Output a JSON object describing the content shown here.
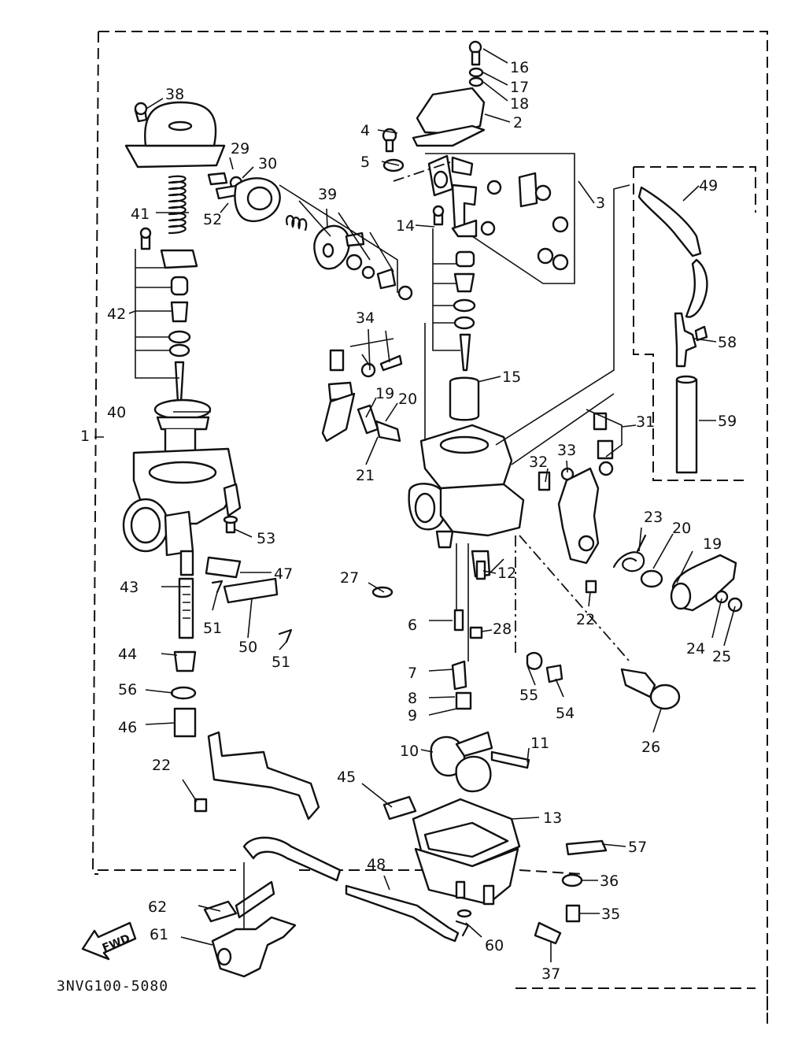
{
  "diagram": {
    "drawing_code": "3NVG100-5080",
    "direction_arrow": "FWD",
    "part_numbers": [
      "1",
      "2",
      "3",
      "4",
      "5",
      "6",
      "7",
      "8",
      "9",
      "10",
      "11",
      "12",
      "13",
      "14",
      "15",
      "16",
      "17",
      "18",
      "19",
      "20",
      "21",
      "22",
      "23",
      "24",
      "25",
      "26",
      "27",
      "28",
      "29",
      "30",
      "31",
      "32",
      "33",
      "34",
      "35",
      "36",
      "37",
      "38",
      "39",
      "40",
      "41",
      "42",
      "43",
      "44",
      "45",
      "46",
      "47",
      "48",
      "49",
      "50",
      "51",
      "53",
      "54",
      "55",
      "56",
      "57",
      "58",
      "59",
      "60",
      "61",
      "62"
    ],
    "callouts": [
      {
        "id": "c16",
        "text": "16"
      },
      {
        "id": "c17",
        "text": "17"
      },
      {
        "id": "c18",
        "text": "18"
      },
      {
        "id": "c2",
        "text": "2"
      },
      {
        "id": "c38",
        "text": "38"
      },
      {
        "id": "c4",
        "text": "4"
      },
      {
        "id": "c29",
        "text": "29"
      },
      {
        "id": "c30",
        "text": "30"
      },
      {
        "id": "c5",
        "text": "5"
      },
      {
        "id": "c3",
        "text": "3"
      },
      {
        "id": "c49",
        "text": "49"
      },
      {
        "id": "c39",
        "text": "39"
      },
      {
        "id": "c41",
        "text": "41"
      },
      {
        "id": "c52",
        "text": "52"
      },
      {
        "id": "c14",
        "text": "14"
      },
      {
        "id": "c42",
        "text": "42"
      },
      {
        "id": "c34",
        "text": "34"
      },
      {
        "id": "c58",
        "text": "58"
      },
      {
        "id": "c15",
        "text": "15"
      },
      {
        "id": "c19a",
        "text": "19"
      },
      {
        "id": "c20a",
        "text": "20"
      },
      {
        "id": "c40",
        "text": "40"
      },
      {
        "id": "c31",
        "text": "31"
      },
      {
        "id": "c59",
        "text": "59"
      },
      {
        "id": "c1",
        "text": "1"
      },
      {
        "id": "c21",
        "text": "21"
      },
      {
        "id": "c32",
        "text": "32"
      },
      {
        "id": "c33",
        "text": "33"
      },
      {
        "id": "c53",
        "text": "53"
      },
      {
        "id": "c23",
        "text": "23"
      },
      {
        "id": "c20b",
        "text": "20"
      },
      {
        "id": "c19b",
        "text": "19"
      },
      {
        "id": "c27",
        "text": "27"
      },
      {
        "id": "c12",
        "text": "12"
      },
      {
        "id": "c47",
        "text": "47"
      },
      {
        "id": "c43",
        "text": "43"
      },
      {
        "id": "c28",
        "text": "28"
      },
      {
        "id": "c22a",
        "text": "22"
      },
      {
        "id": "c6",
        "text": "6"
      },
      {
        "id": "c51a",
        "text": "51"
      },
      {
        "id": "c50",
        "text": "50"
      },
      {
        "id": "c51b",
        "text": "51"
      },
      {
        "id": "c44",
        "text": "44"
      },
      {
        "id": "c24",
        "text": "24"
      },
      {
        "id": "c25",
        "text": "25"
      },
      {
        "id": "c7",
        "text": "7"
      },
      {
        "id": "c56",
        "text": "56"
      },
      {
        "id": "c8",
        "text": "8"
      },
      {
        "id": "c55",
        "text": "55"
      },
      {
        "id": "c9",
        "text": "9"
      },
      {
        "id": "c54",
        "text": "54"
      },
      {
        "id": "c46",
        "text": "46"
      },
      {
        "id": "c26",
        "text": "26"
      },
      {
        "id": "c10",
        "text": "10"
      },
      {
        "id": "c11",
        "text": "11"
      },
      {
        "id": "c22b",
        "text": "22"
      },
      {
        "id": "c45",
        "text": "45"
      },
      {
        "id": "c13",
        "text": "13"
      },
      {
        "id": "c57",
        "text": "57"
      },
      {
        "id": "c48",
        "text": "48"
      },
      {
        "id": "c36",
        "text": "36"
      },
      {
        "id": "c62",
        "text": "62"
      },
      {
        "id": "c35",
        "text": "35"
      },
      {
        "id": "c61",
        "text": "61"
      },
      {
        "id": "c60",
        "text": "60"
      },
      {
        "id": "c37",
        "text": "37"
      }
    ]
  }
}
